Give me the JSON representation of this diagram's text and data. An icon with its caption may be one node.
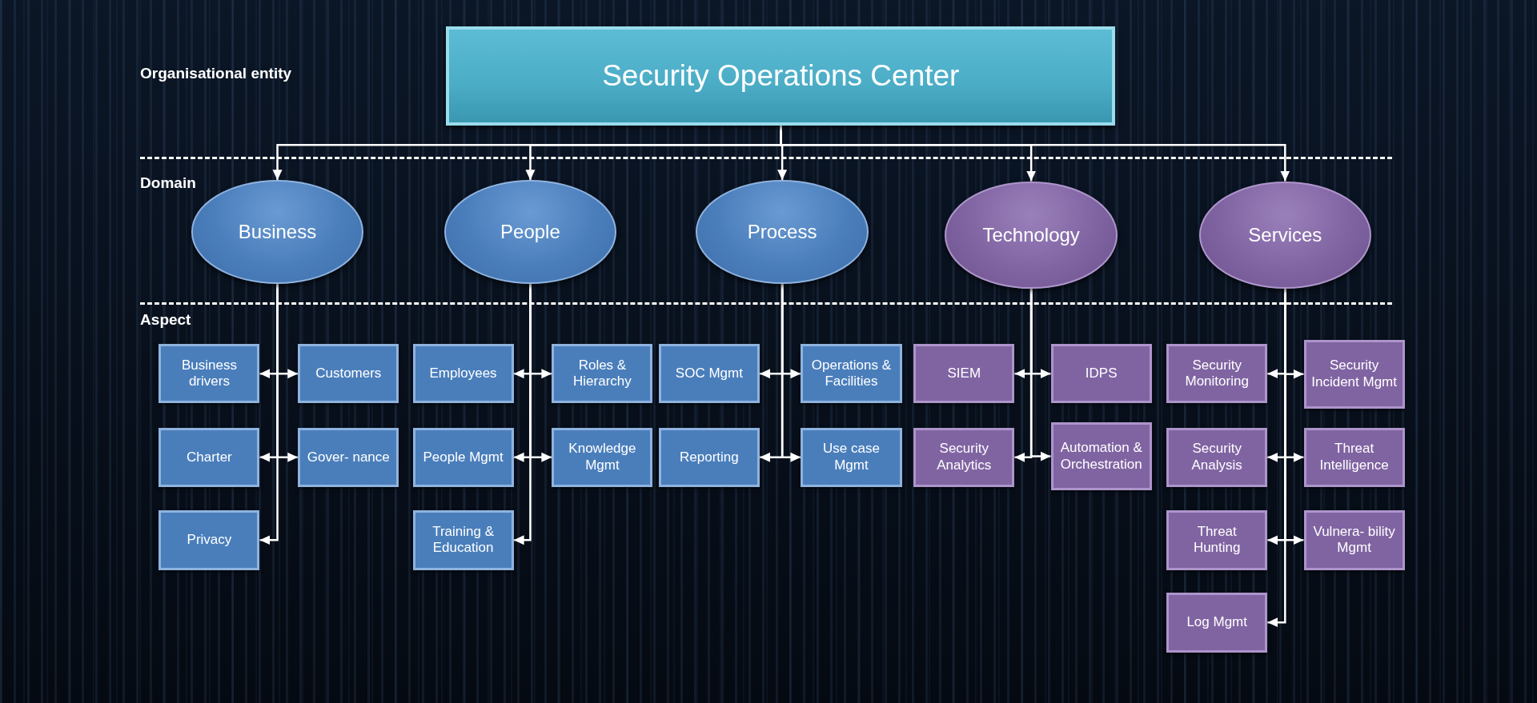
{
  "diagram": {
    "nodes": [
      {
        "text": [
          "Security Operations Center"
        ]
      },
      {
        "text": [
          "Business"
        ]
      },
      {
        "text": [
          "People"
        ]
      },
      {
        "text": [
          "Process"
        ]
      },
      {
        "text": [
          "Technology"
        ]
      },
      {
        "text": [
          "Services"
        ]
      },
      {
        "text": [
          "Business drivers"
        ]
      },
      {
        "text": [
          "Customers"
        ]
      },
      {
        "text": [
          "Employees"
        ]
      },
      {
        "text": [
          "Roles & Hierarchy"
        ]
      },
      {
        "text": [
          "SOC Mgmt"
        ]
      },
      {
        "text": [
          "Operations & Facilities"
        ]
      },
      {
        "text": [
          "SIEM"
        ]
      },
      {
        "text": [
          "IDPS"
        ]
      },
      {
        "text": [
          "Security Monitoring"
        ]
      },
      {
        "text": [
          "Security Incident Mgmt"
        ]
      },
      {
        "text": [
          "Charter"
        ]
      },
      {
        "text": [
          "Gover- nance"
        ]
      },
      {
        "text": [
          "People Mgmt"
        ]
      },
      {
        "text": [
          "Knowledge Mgmt"
        ]
      },
      {
        "text": [
          "Reporting"
        ]
      },
      {
        "text": [
          "Use case Mgmt"
        ]
      },
      {
        "text": [
          "Security Analytics"
        ]
      },
      {
        "text": [
          "Automation & Orchestration"
        ]
      },
      {
        "text": [
          "Security Analysis"
        ]
      },
      {
        "text": [
          "Threat Intelligence"
        ]
      },
      {
        "text": [
          "Privacy"
        ]
      },
      {
        "text": [
          "Training & Education"
        ]
      },
      {
        "text": [
          "Threat Hunting"
        ]
      },
      {
        "text": [
          "Vulnera- bility Mgmt"
        ]
      },
      {
        "text": [
          "Log Mgmt"
        ]
      }
    ],
    "edges": [
      {
        "from": 0,
        "to": 1,
        "arrow": "to"
      },
      {
        "from": 0,
        "to": 2,
        "arrow": "to"
      },
      {
        "from": 0,
        "to": 3,
        "arrow": "to"
      },
      {
        "from": 0,
        "to": 4,
        "arrow": "to"
      },
      {
        "from": 0,
        "to": 5,
        "arrow": "to"
      },
      {
        "from": 1,
        "to": 6,
        "arrow": "to"
      },
      {
        "from": 1,
        "to": 7,
        "arrow": "to"
      },
      {
        "from": 1,
        "to": 16,
        "arrow": "to"
      },
      {
        "from": 1,
        "to": 17,
        "arrow": "to"
      },
      {
        "from": 1,
        "to": 26,
        "arrow": "to"
      },
      {
        "from": 2,
        "to": 8,
        "arrow": "to"
      },
      {
        "from": 2,
        "to": 9,
        "arrow": "to"
      },
      {
        "from": 2,
        "to": 18,
        "arrow": "to"
      },
      {
        "from": 2,
        "to": 19,
        "arrow": "to"
      },
      {
        "from": 2,
        "to": 27,
        "arrow": "to"
      },
      {
        "from": 3,
        "to": 10,
        "arrow": "to"
      },
      {
        "from": 3,
        "to": 11,
        "arrow": "to"
      },
      {
        "from": 3,
        "to": 20,
        "arrow": "to"
      },
      {
        "from": 3,
        "to": 21,
        "arrow": "to"
      },
      {
        "from": 4,
        "to": 12,
        "arrow": "to"
      },
      {
        "from": 4,
        "to": 13,
        "arrow": "to"
      },
      {
        "from": 4,
        "to": 22,
        "arrow": "to"
      },
      {
        "from": 4,
        "to": 23,
        "arrow": "to"
      },
      {
        "from": 5,
        "to": 14,
        "arrow": "to"
      },
      {
        "from": 5,
        "to": 15,
        "arrow": "to"
      },
      {
        "from": 5,
        "to": 24,
        "arrow": "to"
      },
      {
        "from": 5,
        "to": 25,
        "arrow": "to"
      },
      {
        "from": 5,
        "to": 28,
        "arrow": "to"
      },
      {
        "from": 5,
        "to": 29,
        "arrow": "to"
      },
      {
        "from": 5,
        "to": 30,
        "arrow": "to"
      }
    ],
    "labels": [
      "Organisational entity",
      "Domain",
      "Aspect"
    ]
  }
}
